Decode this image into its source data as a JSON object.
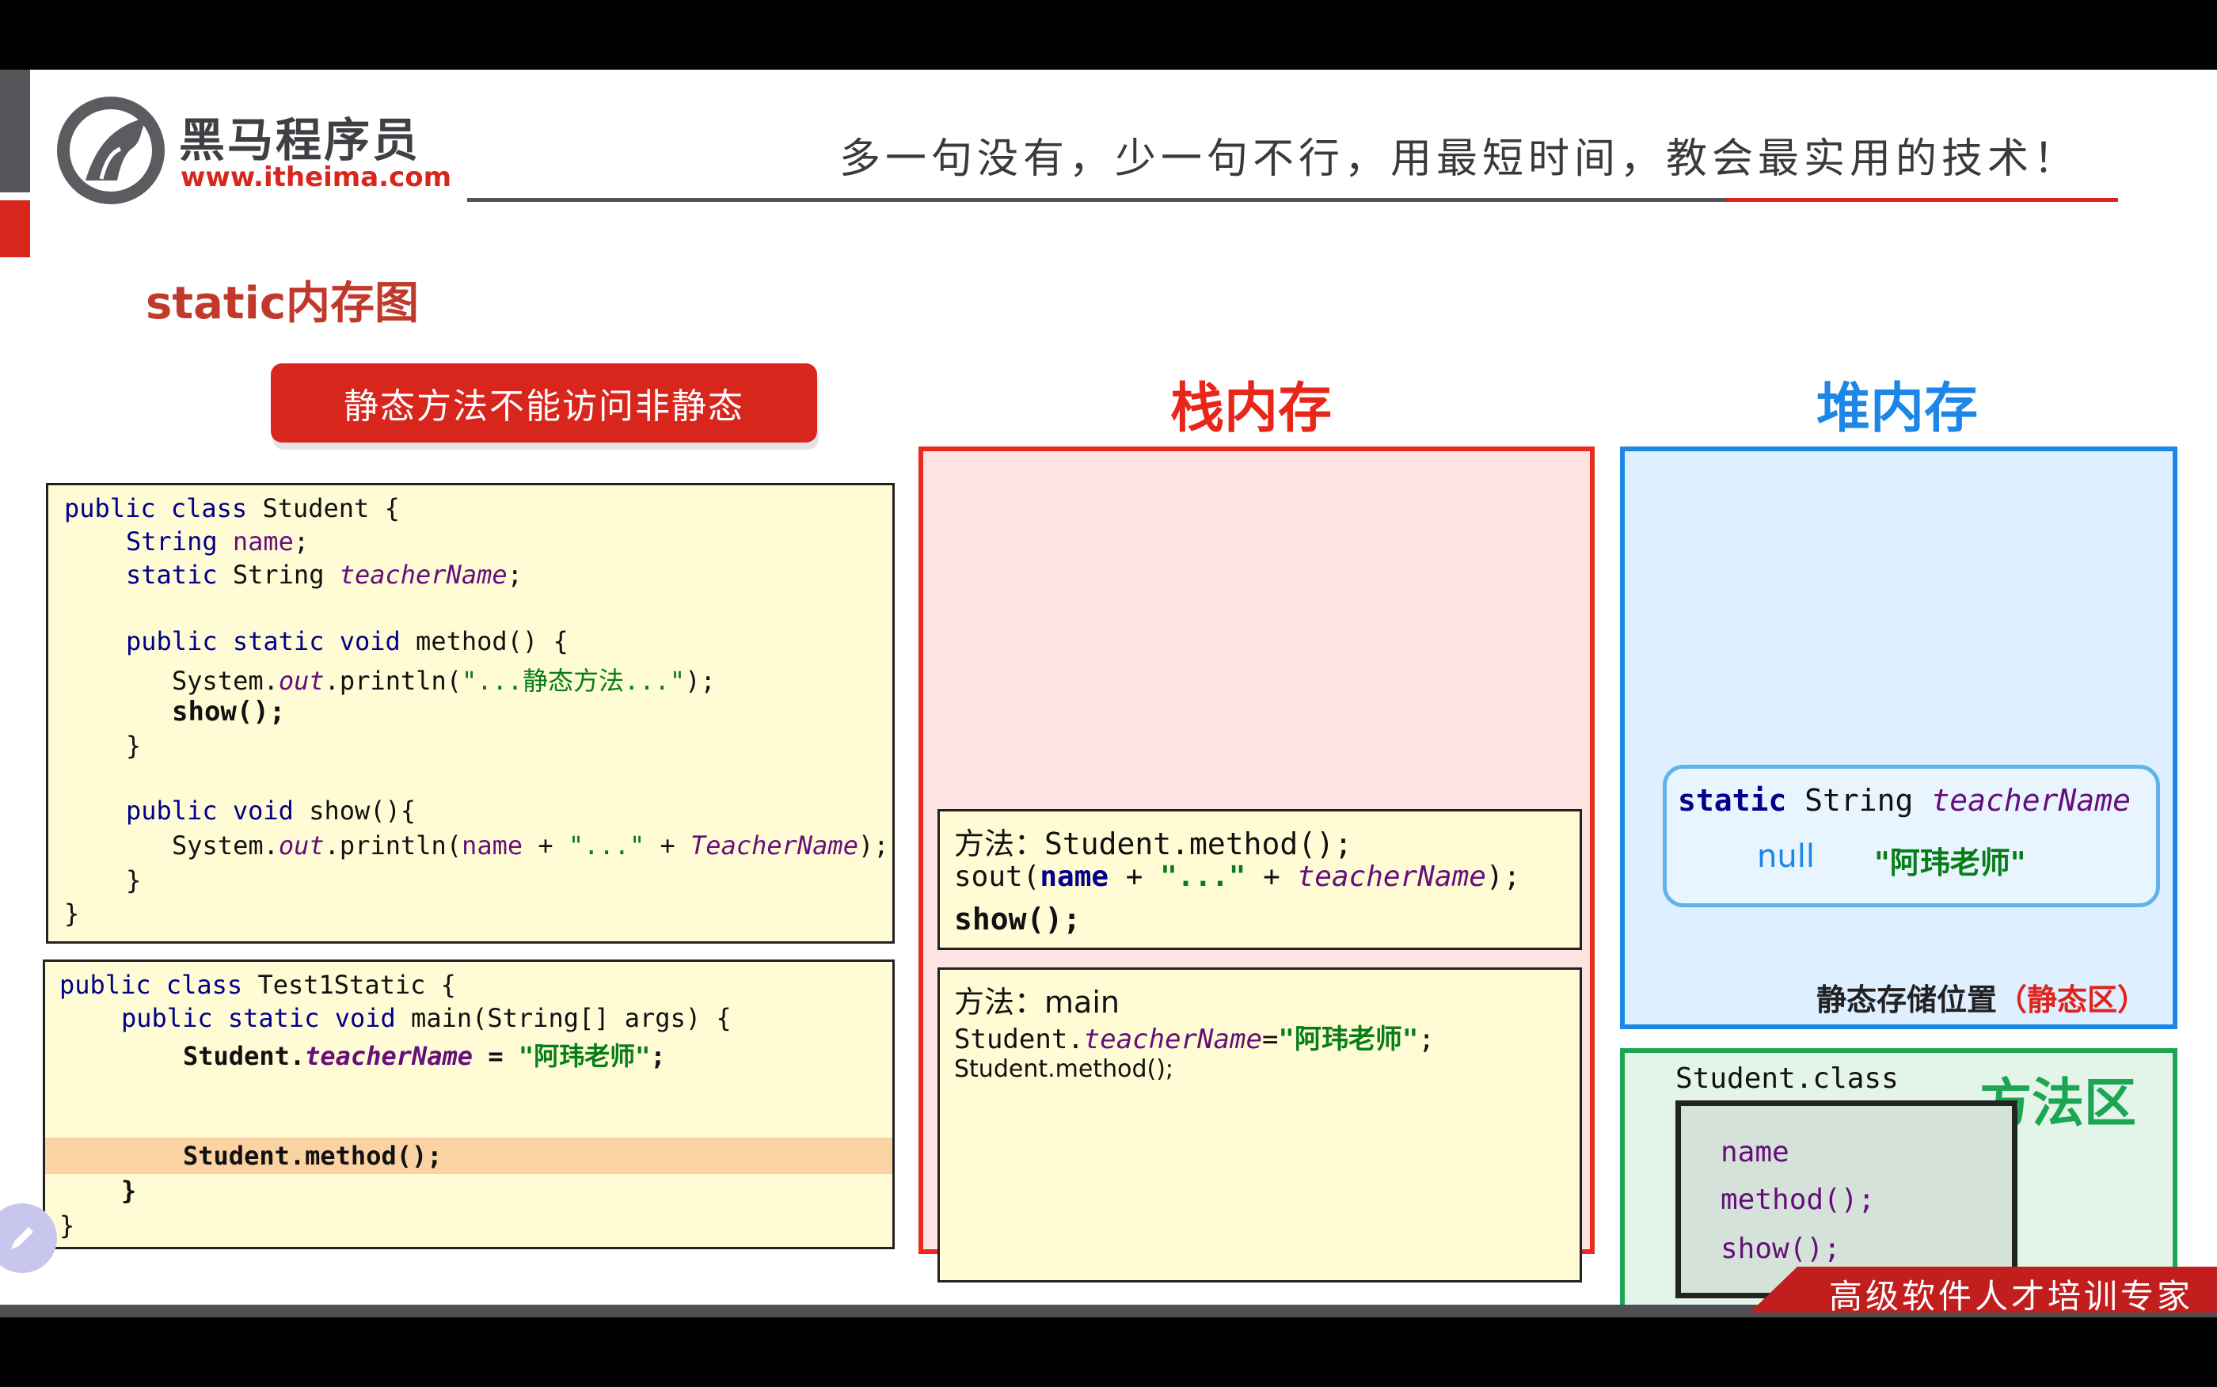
{
  "header": {
    "logo_name": "黑马程序员",
    "logo_url": "www.itheima.com",
    "slogan": "多一句没有，少一句不行，用最短时间，教会最实用的技术！"
  },
  "title": "static内存图",
  "banner": "静态方法不能访问非静态",
  "code_student": {
    "l1a": "public class",
    "l1b": " Student {",
    "l2a": "String ",
    "l2b": "name",
    "l2c": ";",
    "l3a": "static",
    "l3b": " String ",
    "l3c": "teacherName",
    "l3d": ";",
    "l5a": "public static void",
    "l5b": " method() {",
    "l6a": "System.",
    "l6b": "out",
    "l6c": ".println(",
    "l6d": "\"...静态方法...\"",
    "l6e": ");",
    "l7": "show();",
    "l8": "}",
    "l10a": "public void",
    "l10b": " show(){",
    "l11a": "System.",
    "l11b": "out",
    "l11c": ".println(",
    "l11d": "name",
    "l11e": " + ",
    "l11f": "\"...\"",
    "l11g": " + ",
    "l11h": "TeacherName",
    "l11i": ");",
    "l12": "}",
    "l13": "}"
  },
  "code_test": {
    "l1a": "public class",
    "l1b": " Test1Static {",
    "l2a": "public static void",
    "l2b": " main(String[] args) {",
    "l3a": "Student.",
    "l3b": "teacherName",
    "l3c": " = ",
    "l3d": "\"阿玮老师\"",
    "l3e": ";",
    "l4": "Student.method();",
    "l5": "}",
    "l6": "}"
  },
  "stack": {
    "title": "栈内存",
    "frame_method": {
      "label": "方法：",
      "name": "Student.method();",
      "l2a": "sout(",
      "l2b": "name",
      "l2c": " + ",
      "l2d": "\"...\"",
      "l2e": " + ",
      "l2f": "teacherName",
      "l2g": ");",
      "l3": "show();"
    },
    "frame_main": {
      "label": "方法：",
      "name": "main",
      "l2a": "Student.",
      "l2b": "teacherName",
      "l2c": "=",
      "l2d": "\"阿玮老师\"",
      "l2e": ";",
      "l3": "Student.method();"
    }
  },
  "heap": {
    "title": "堆内存",
    "static_box": {
      "l1a": "static",
      "l1b": " String ",
      "l1c": "teacherName",
      "default": "null",
      "value": "\"阿玮老师\""
    },
    "caption_a": "静态存储位置",
    "caption_b": "（静态区）"
  },
  "method_area": {
    "title": "方法区",
    "class_name": "Student.class",
    "members": [
      "name",
      "method();",
      "show();"
    ]
  },
  "footer": {
    "text": "高级软件人才培训专家"
  },
  "colors": {
    "brand_red": "#d9261c",
    "stack_border": "#ea2a1c",
    "heap_border": "#1d86e6",
    "method_border": "#1ca552"
  }
}
